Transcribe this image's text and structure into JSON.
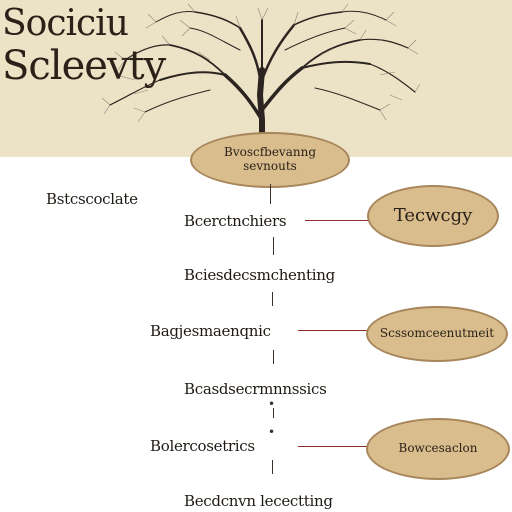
{
  "header": {
    "title_line1": "Sociciu",
    "title_line2": "Scleevty"
  },
  "root": {
    "line1": "Bvoscfbevanng",
    "line2": "sevnouts"
  },
  "nodes": [
    {
      "label": "Bstcscoclate"
    },
    {
      "label": "Bcerctnchiers"
    },
    {
      "label": "Bciesdecsmchenting"
    },
    {
      "label": "Bagjesmaenqnic"
    },
    {
      "label": "Bcasdsecrmnnssics"
    },
    {
      "label": "Bolercosetrics"
    },
    {
      "label": "Becdcnvn lecectting"
    }
  ],
  "ovals": {
    "a": "Tecwcgy",
    "b": "Scssomceenutmeit",
    "c": "Bowcesaclon"
  },
  "colors": {
    "header_bg": "#ece3c6",
    "oval_fill": "#d9bd8d",
    "oval_border": "#a7865b",
    "connector": "#8c2e2a",
    "text": "#1f1a14"
  }
}
